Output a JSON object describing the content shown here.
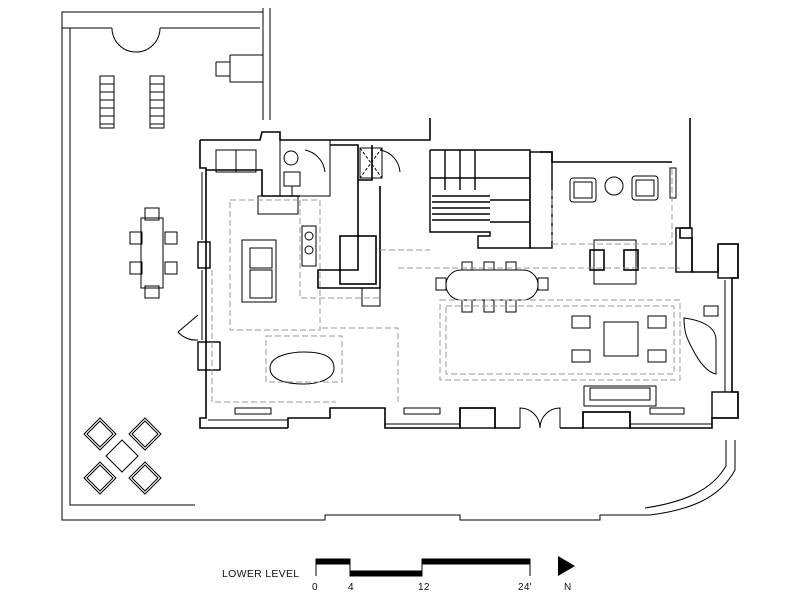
{
  "plan": {
    "level_title": "LOWER LEVEL",
    "scale": {
      "ticks": [
        "0",
        "4",
        "12",
        "24'"
      ]
    },
    "north_label": "N"
  },
  "colors": {
    "line": "#000000",
    "dashed": "#9a9a9a",
    "paper": "#ffffff"
  }
}
